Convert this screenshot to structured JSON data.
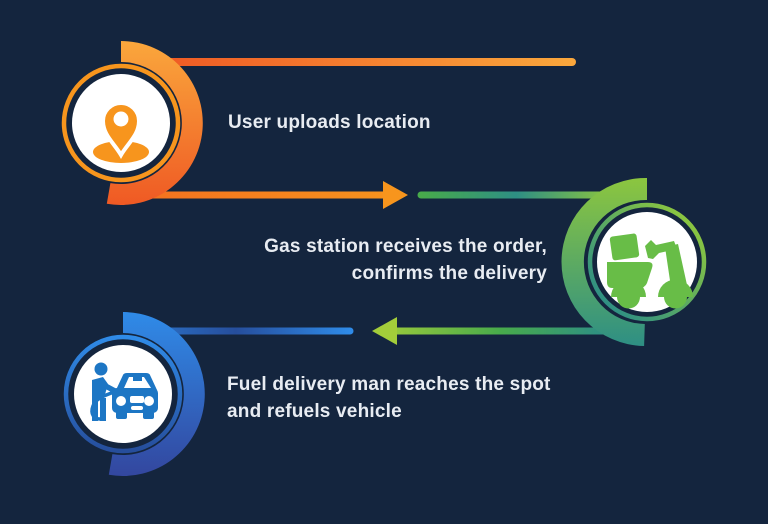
{
  "palette": {
    "background": "#14253E",
    "text_color": "#E8ECF2",
    "white": "#FFFFFF",
    "orange": "#F7951D",
    "orange_deep": "#EF5A24",
    "orange_light": "#FAA73C",
    "orange_mid": "#F4741F",
    "green": "#68BD47",
    "green_light": "#8CC63F",
    "green_lime": "#A3CD3A",
    "green_mid": "#48AB4B",
    "teal": "#2E8F84",
    "blue": "#1D76C4",
    "blue_bright": "#2F8BE8",
    "blue_mid": "#2B6CC0",
    "blue_dark": "#264E9C",
    "blue_royal": "#33479F"
  },
  "steps": [
    {
      "name": "upload-location",
      "theme": "orange",
      "icon": "location-pin-icon",
      "lines": [
        "User uploads location"
      ]
    },
    {
      "name": "gas-station-confirms",
      "theme": "green",
      "icon": "delivery-scooter-icon",
      "lines": [
        "Gas station receives the order,",
        "confirms the delivery"
      ]
    },
    {
      "name": "fuel-delivery",
      "theme": "blue",
      "icon": "refuel-car-icon",
      "lines": [
        "Fuel delivery man reaches the spot",
        "and refuels vehicle"
      ]
    }
  ]
}
